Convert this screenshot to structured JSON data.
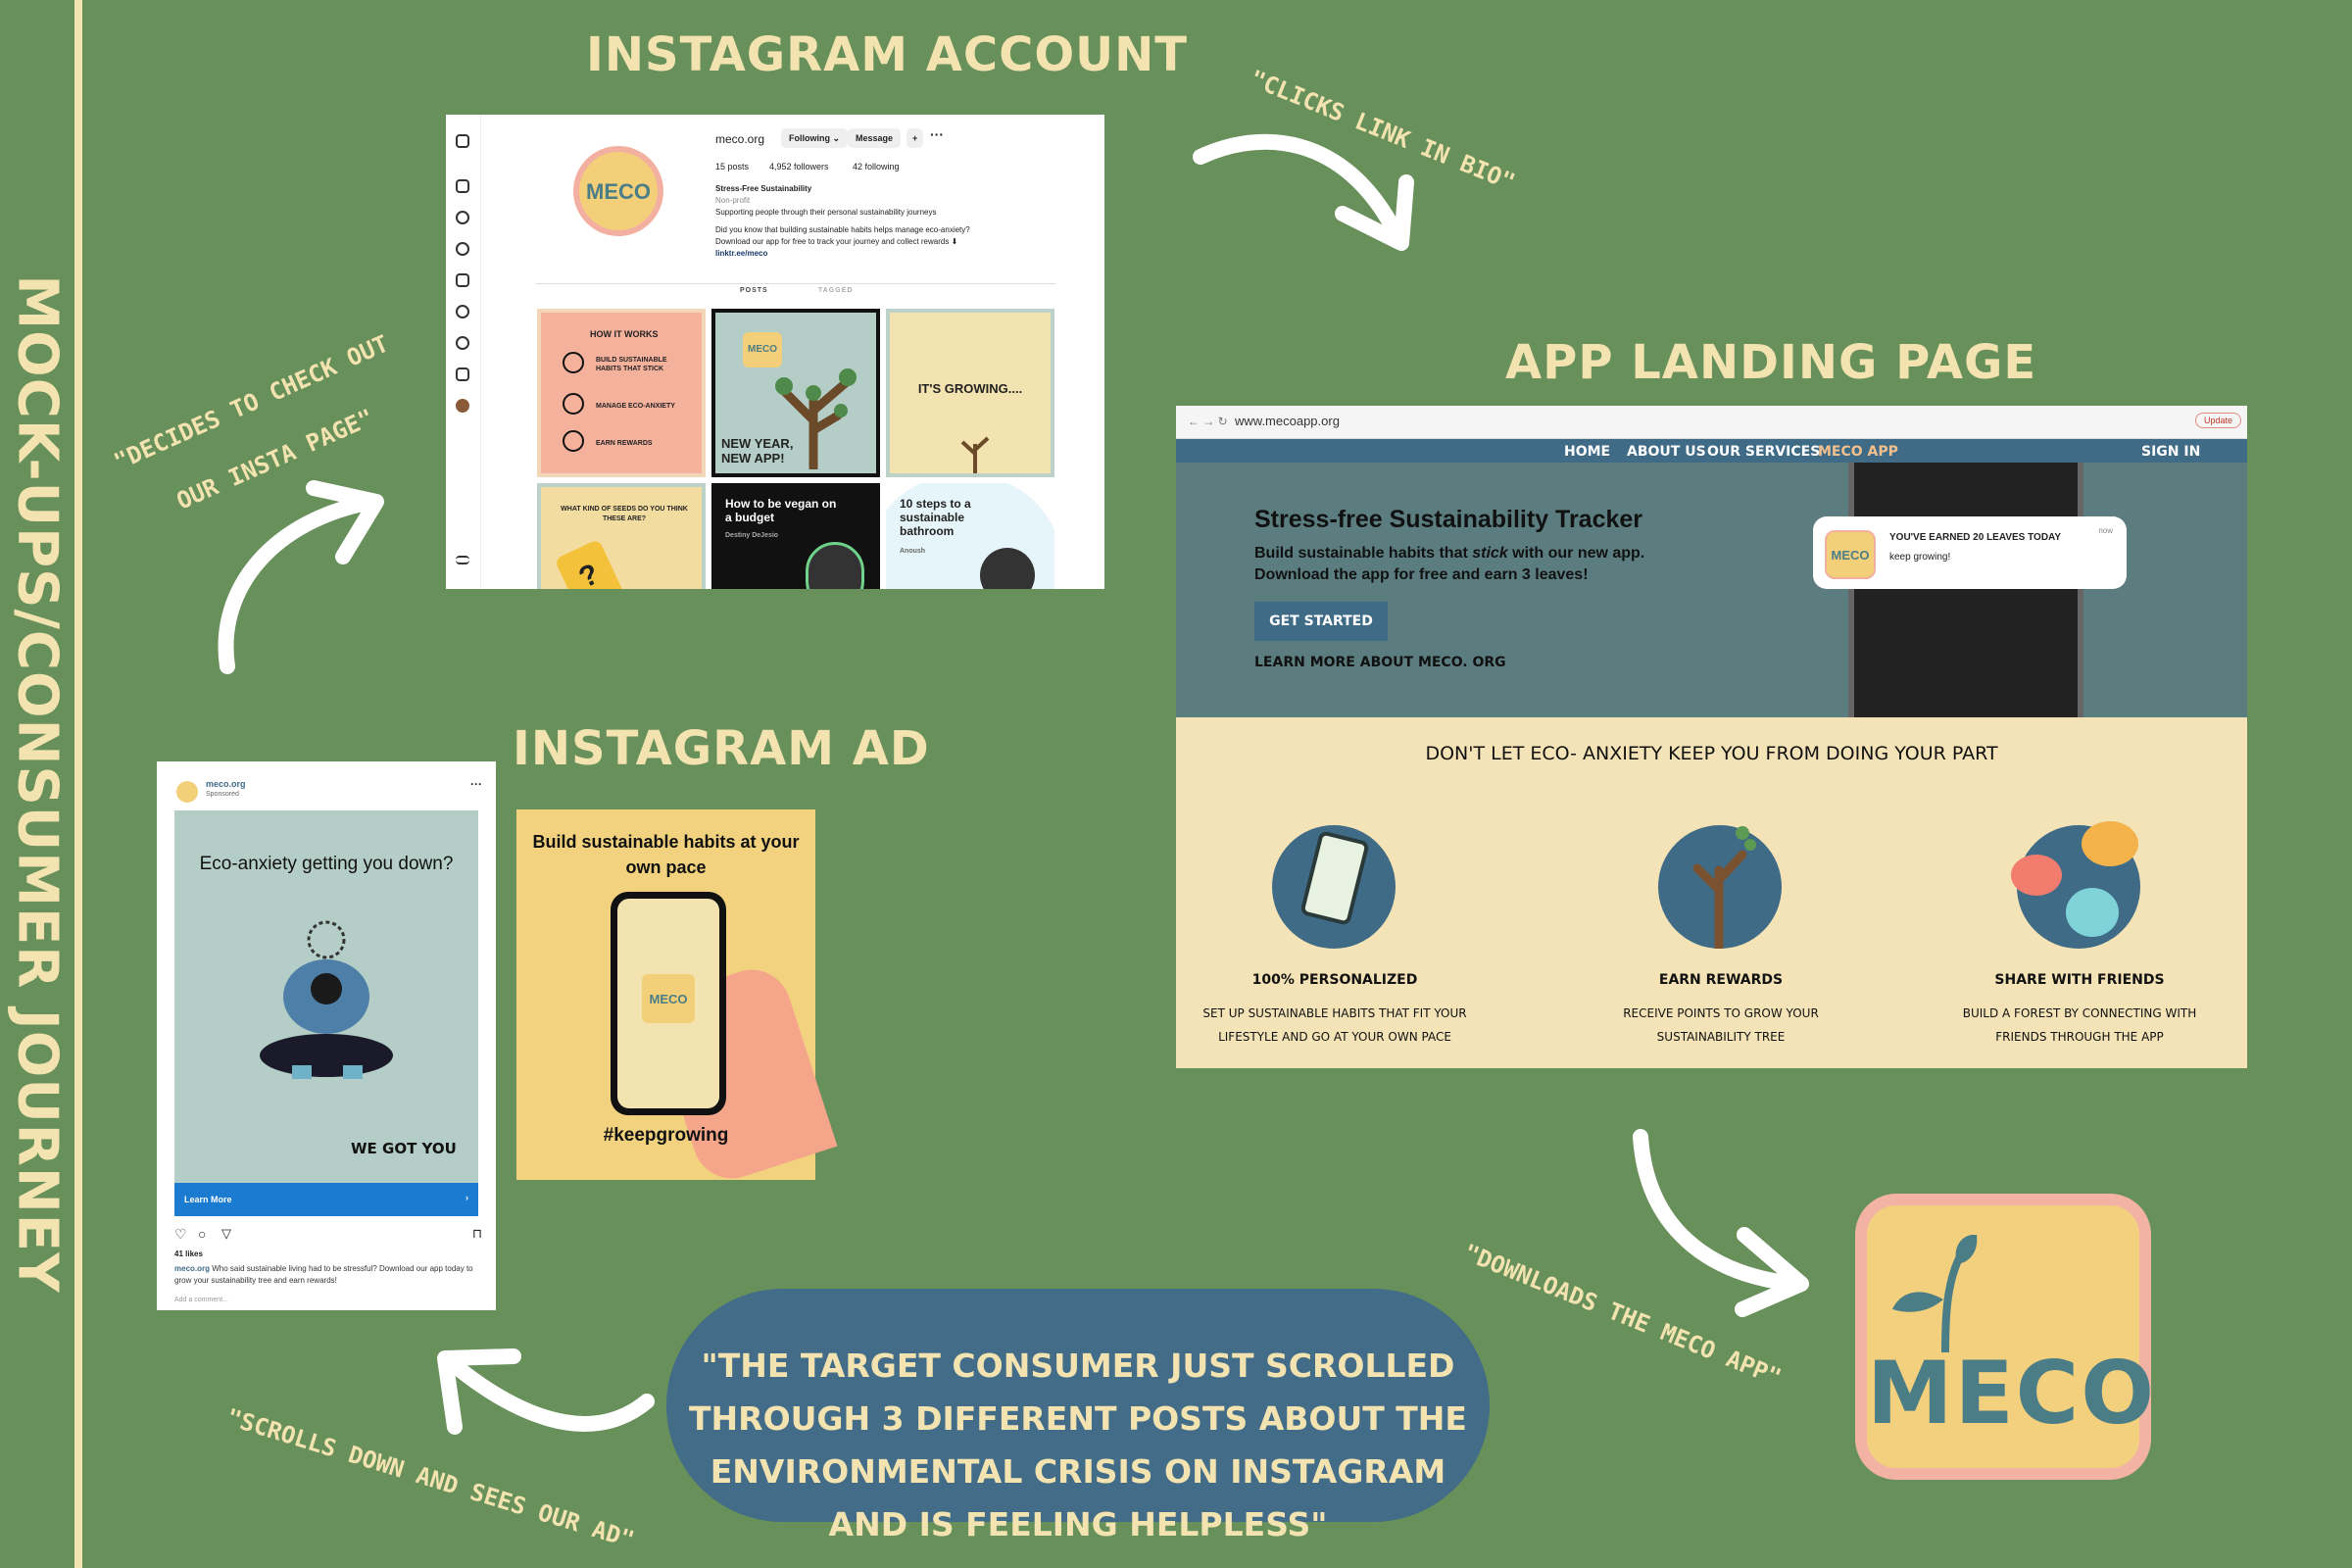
{
  "main_title": "MOCK-UPS/CONSUMER JOURNEY",
  "sections": {
    "instagram_account": "INSTAGRAM ACCOUNT",
    "app_landing": "APP LANDING PAGE",
    "instagram_ad": "INSTAGRAM AD"
  },
  "steps": {
    "clicks_link": "\"CLICKS LINK IN BIO\"",
    "decides_1": "\"DECIDES TO CHECK OUT",
    "decides_2": "OUR INSTA PAGE\"",
    "downloads": "\"DOWNLOADS THE MECO APP\"",
    "scrolls": "\"SCROLLS DOWN AND SEES OUR AD\""
  },
  "central_message": "\"The target consumer just scrolled through 3 different posts about the environmental crisis on Instagram and is feeling helpless\"",
  "instagram": {
    "username": "meco.org",
    "following_btn": "Following ⌄",
    "message_btn": "Message",
    "posts": "15 posts",
    "followers": "4,952 followers",
    "following": "42 following",
    "bio_name": "Stress-Free Sustainability",
    "bio_category": "Non-profit",
    "bio_line1": "Supporting people through their personal sustainability journeys",
    "bio_line2": "Did you know that building sustainable habits helps manage eco-anxiety?",
    "bio_line3": "Download our app for free to track your journey and collect rewards ⬇",
    "bio_link": "linktr.ee/meco",
    "tab_posts": "POSTS",
    "tab_tagged": "TAGGED",
    "avatar_text": "MECO",
    "tiles": {
      "t1_title": "HOW IT WORKS",
      "t1_a": "BUILD SUSTAINABLE HABITS THAT STICK",
      "t1_b": "MANAGE ECO-ANXIETY",
      "t1_c": "EARN REWARDS",
      "t2": "NEW YEAR, NEW APP!",
      "t2_logo": "MECO",
      "t3": "IT'S GROWING....",
      "t4": "WHAT KIND OF SEEDS DO YOU THINK THESE ARE?",
      "t5": "How to be vegan on a budget",
      "t5_by": "Destiny DeJesio",
      "t6": "10 steps to a sustainable bathroom",
      "t6_by": "Anoush"
    }
  },
  "landing": {
    "url": "www.mecoapp.org",
    "update": "Update",
    "nav": [
      "HOME",
      "ABOUT US",
      "OUR SERVICES",
      "MECO APP"
    ],
    "sign_in": "SIGN IN",
    "headline": "Stress-free Sustainability Tracker",
    "sub_a": "Build sustainable habits that ",
    "sub_em": "stick",
    "sub_b": " with our new app.",
    "sub_c": "Download the app for free and earn 3 leaves!",
    "cta": "GET STARTED",
    "learn_more": "LEARN MORE ABOUT MECO. ORG",
    "notif_icon": "MECO",
    "notif_title": "YOU'VE EARNED 20 LEAVES TODAY",
    "notif_sub": "keep growing!",
    "notif_time": "now",
    "tagline": "DON'T LET  ECO- ANXIETY KEEP YOU FROM DOING YOUR PART",
    "features": [
      {
        "title": "100% PERSONALIZED",
        "desc": "SET UP SUSTAINABLE HABITS THAT FIT YOUR LIFESTYLE AND GO AT YOUR OWN PACE"
      },
      {
        "title": "EARN REWARDS",
        "desc": "RECEIVE POINTS TO GROW YOUR SUSTAINABILITY TREE"
      },
      {
        "title": "SHARE WITH FRIENDS",
        "desc": "BUILD A FOREST BY CONNECTING WITH FRIENDS THROUGH THE APP"
      }
    ]
  },
  "ad": {
    "account": "meco.org",
    "sponsored": "Sponsored",
    "headline": "Eco-anxiety getting you down?",
    "we_got_you": "WE GOT YOU",
    "learn_more": "Learn More",
    "likes": "41 likes",
    "caption_user": "meco.org",
    "caption": " Who said sustainable living had to be stressful? Download our app today to grow your sustainability tree and earn rewards!",
    "add_comment": "Add a comment...",
    "card_title": "Build sustainable habits at your own pace",
    "card_phone_logo": "MECO",
    "hashtag": "#keepgrowing"
  },
  "app_icon_text": "MECO",
  "colors": {
    "background": "#68905a",
    "cream": "#f3e3b0",
    "teal_blue": "#426c88",
    "yellow": "#f3d07e",
    "pink": "#f2b3a5"
  }
}
